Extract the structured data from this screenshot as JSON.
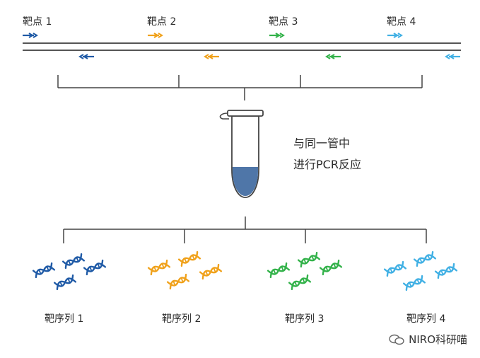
{
  "target_labels": [
    "靶点 1",
    "靶点 2",
    "靶点 3",
    "靶点 4"
  ],
  "sequence_labels": [
    "靶序列 1",
    "靶序列 2",
    "靶序列 3",
    "靶序列 4"
  ],
  "center_text": {
    "line1": "与同一管中",
    "line2": "进行PCR反应"
  },
  "watermark": "NIRO科研喵",
  "colors": {
    "target1": "#1f5aa6",
    "target2": "#f0a11a",
    "target3": "#33b24a",
    "target4": "#41b0e4",
    "line": "#444444",
    "tube_liquid": "#4f76a8"
  }
}
